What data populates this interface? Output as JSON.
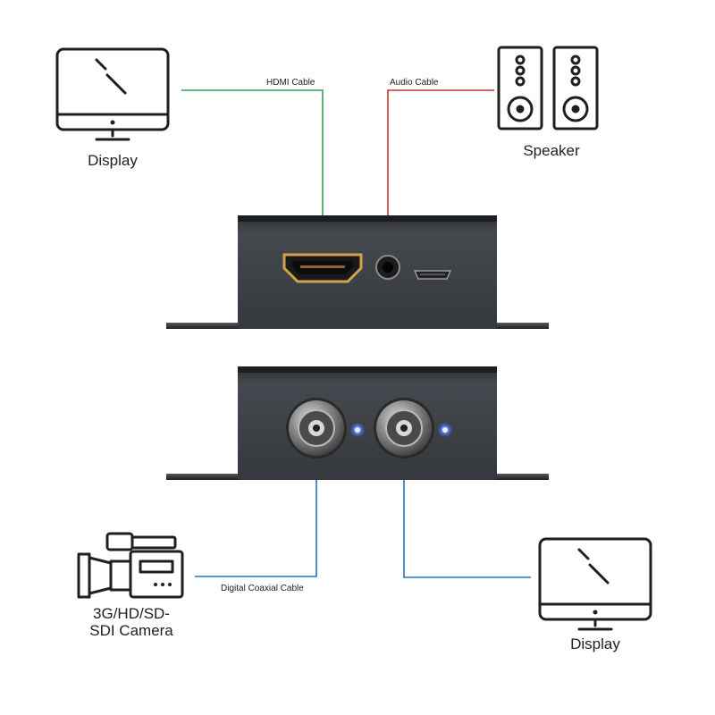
{
  "devices": {
    "display_top": {
      "label": "Display"
    },
    "speaker": {
      "label": "Speaker"
    },
    "camera": {
      "label_line1": "3G/HD/SD-",
      "label_line2": "SDI Camera"
    },
    "display_bottom": {
      "label": "Display"
    }
  },
  "cables": {
    "hdmi": {
      "label": "HDMI Cable",
      "color": "#2e9e5a"
    },
    "audio": {
      "label": "Audio Cable",
      "color": "#c0392b"
    },
    "coax": {
      "label": "Digital Coaxial Cable",
      "color": "#2a73b8"
    }
  },
  "colors": {
    "icon": "#1f1f1f",
    "device_body": "#3a3d41",
    "hdmi_port_accent": "#d4a24c",
    "led": "#4a6bff"
  },
  "units": {
    "top_unit": {
      "ports": [
        "hdmi-output-port",
        "audio-jack-3-5mm",
        "micro-usb-port"
      ]
    },
    "bottom_unit": {
      "ports": [
        "bnc-input-port",
        "bnc-loop-output-port"
      ],
      "leds": 2
    }
  }
}
